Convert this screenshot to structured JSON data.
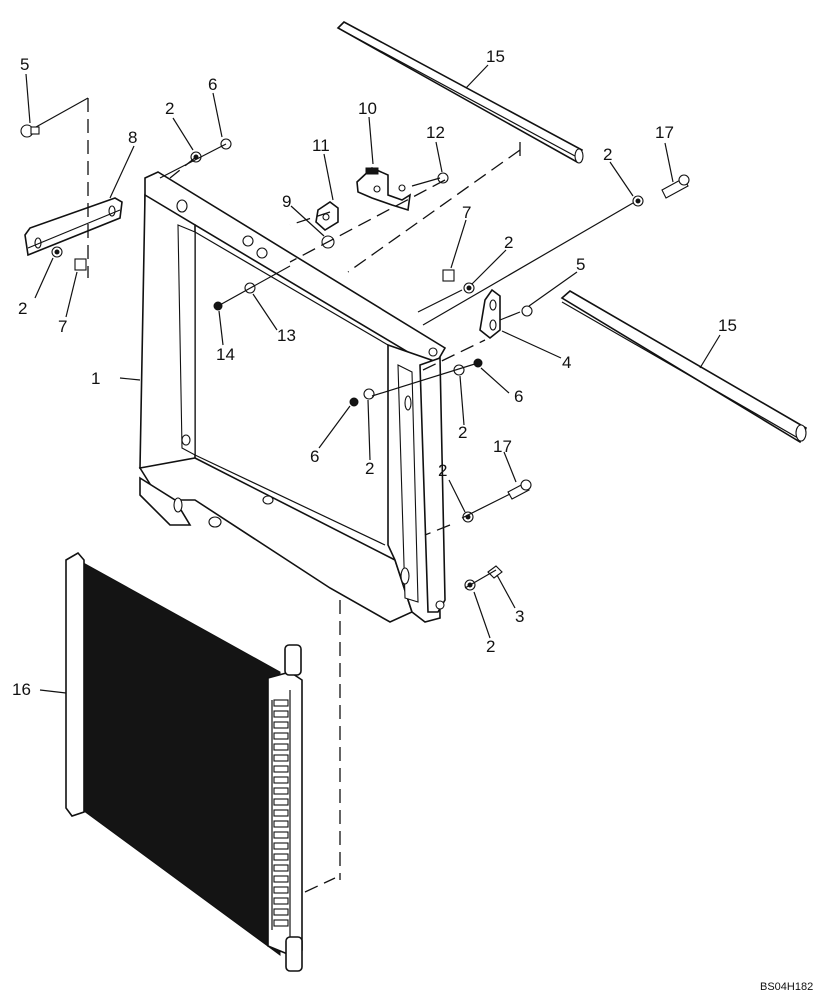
{
  "diagram": {
    "drawing_code": "BS04H182",
    "callouts": {
      "frame": "1",
      "washer": "2",
      "nut_lower": "3",
      "bracket_right": "4",
      "bolt_5": "5",
      "nut_6": "6",
      "bolt_7": "7",
      "bracket_left": "8",
      "washer_9": "9",
      "clamp_10": "10",
      "bracket_11": "11",
      "screw_12": "12",
      "washer_13": "13",
      "nut_14": "14",
      "seal_15": "15",
      "cooler_16": "16",
      "bolt_17": "17"
    }
  }
}
